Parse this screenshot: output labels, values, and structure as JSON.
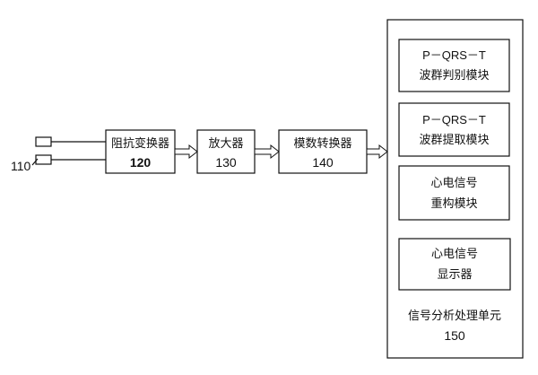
{
  "diagram": {
    "sensor_label": "110",
    "blocks": {
      "impedance": {
        "name": "阻抗变换器",
        "id": "120"
      },
      "amplifier": {
        "name": "放大器",
        "id": "130"
      },
      "adc": {
        "name": "模数转换器",
        "id": "140"
      }
    },
    "unit": {
      "name": "信号分析处理单元",
      "id": "150",
      "modules": [
        {
          "line1": "P－QRS－T",
          "line2": "波群判别模块"
        },
        {
          "line1": "P－QRS－T",
          "line2": "波群提取模块"
        },
        {
          "line1": "心电信号",
          "line2": "重构模块"
        },
        {
          "line1": "心电信号",
          "line2": "显示器"
        }
      ]
    }
  }
}
